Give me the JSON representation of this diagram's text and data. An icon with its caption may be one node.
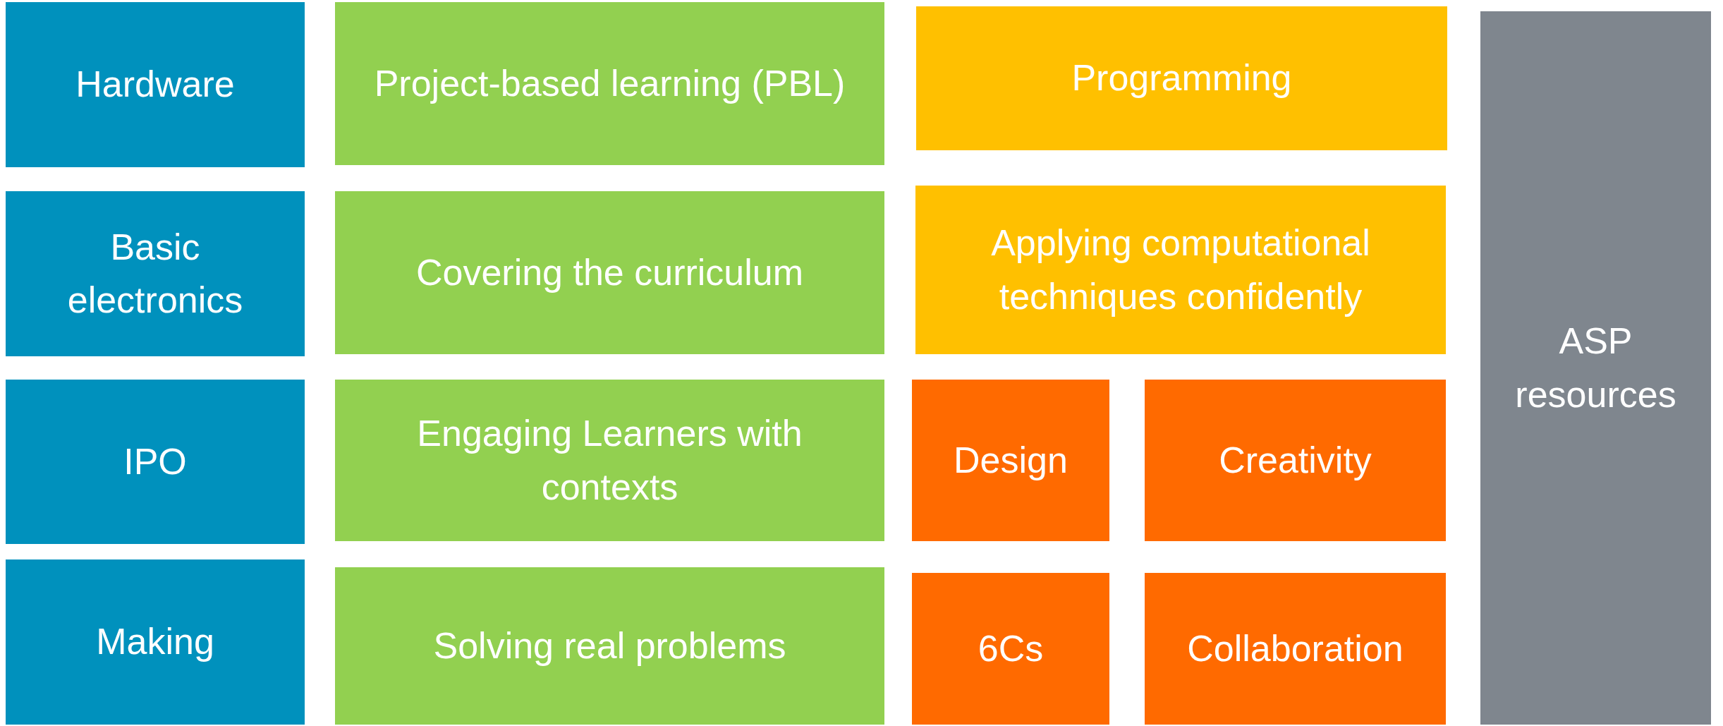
{
  "diagram": {
    "nodes": [
      {
        "text": [
          "Hardware"
        ]
      },
      {
        "text": [
          "Project-based learning (PBL)"
        ]
      },
      {
        "text": [
          "Programming"
        ]
      },
      {
        "text": [
          "ASP resources"
        ]
      },
      {
        "text": [
          "Basic electronics"
        ]
      },
      {
        "text": [
          "Covering the curriculum"
        ]
      },
      {
        "text": [
          "Applying computational techniques confidently"
        ]
      },
      {
        "text": [
          "IPO"
        ]
      },
      {
        "text": [
          "Engaging Learners with contexts"
        ]
      },
      {
        "text": [
          "Design"
        ]
      },
      {
        "text": [
          "Creativity"
        ]
      },
      {
        "text": [
          "Making"
        ]
      },
      {
        "text": [
          "Solving real problems"
        ]
      },
      {
        "text": [
          "6Cs"
        ]
      },
      {
        "text": [
          "Collaboration"
        ]
      }
    ]
  }
}
